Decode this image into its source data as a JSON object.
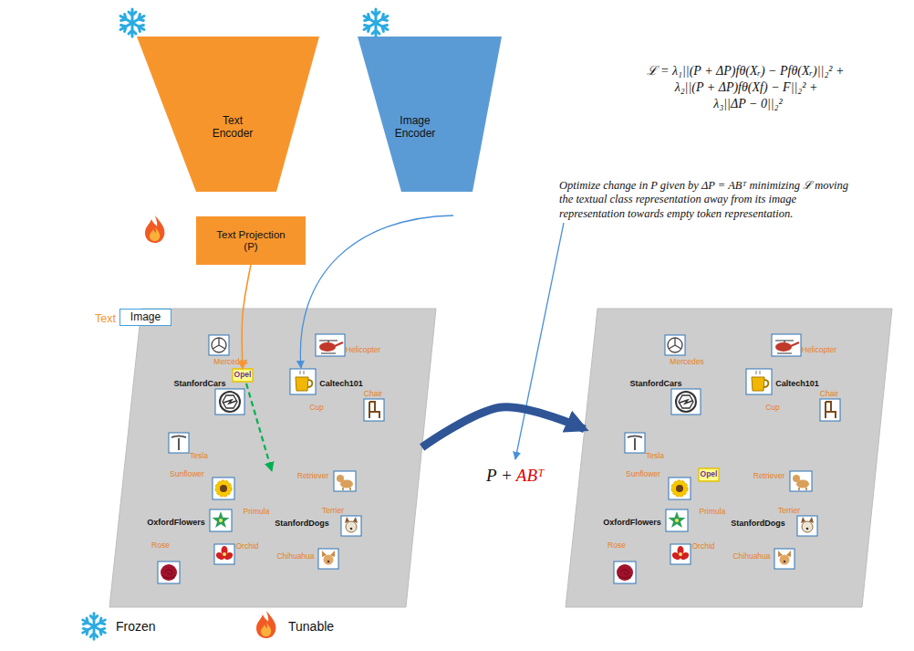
{
  "diagram": {
    "nodes": [
      {
        "text": [
          "Text Encoder"
        ]
      },
      {
        "text": [
          "Image Encoder"
        ]
      },
      {
        "text": [
          "Text Projection (P)"
        ]
      },
      {
        "text": [
          "Helicopter",
          "Mercedes",
          "StanfordCars",
          "Caltech101",
          "Chair",
          "Cup",
          "Tesla",
          "Sunflower",
          "Retriever",
          "Primula",
          "Terrier",
          "OxfordFlowers",
          "StanfordDogs",
          "Rose",
          "Orchid",
          "Chihuahua"
        ]
      },
      {
        "text": [
          "Opel"
        ],
        "in": 3
      },
      {
        "text": [
          "Helicopter",
          "Mercedes",
          "StanfordCars",
          "Caltech101",
          "Chair",
          "Cup",
          "Tesla",
          "Sunflower",
          "Retriever",
          "Primula",
          "Terrier",
          "OxfordFlowers",
          "StanfordDogs",
          "Rose",
          "Orchid",
          "Chihuahua"
        ]
      },
      {
        "text": [
          "Opel"
        ],
        "in": 5
      }
    ],
    "edges": [
      {
        "from": 2,
        "to": 4,
        "arrow": "to"
      },
      {
        "from": 3,
        "to": 5,
        "arrow": "to"
      }
    ],
    "labels": [
      "ℒ = λ₁||(P + ΔP)fθ(Xᵣ) − Pfθ(Xᵣ)||₂² +",
      "λ₂||(P + ΔP)fθ(Xf) − F||₂² +",
      "λ₃||ΔP − 0||₂²",
      "Optimize change in P given by ΔP = ABᵀ minimizing ℒ moving the textual class representation away from its image representation towards empty token representation.",
      "P +",
      "ABᵀ"
    ],
    "legend": [
      {
        "text": "Text"
      },
      {
        "text": "Image"
      },
      {
        "text": "Frozen"
      },
      {
        "text": "Tunable"
      }
    ]
  }
}
